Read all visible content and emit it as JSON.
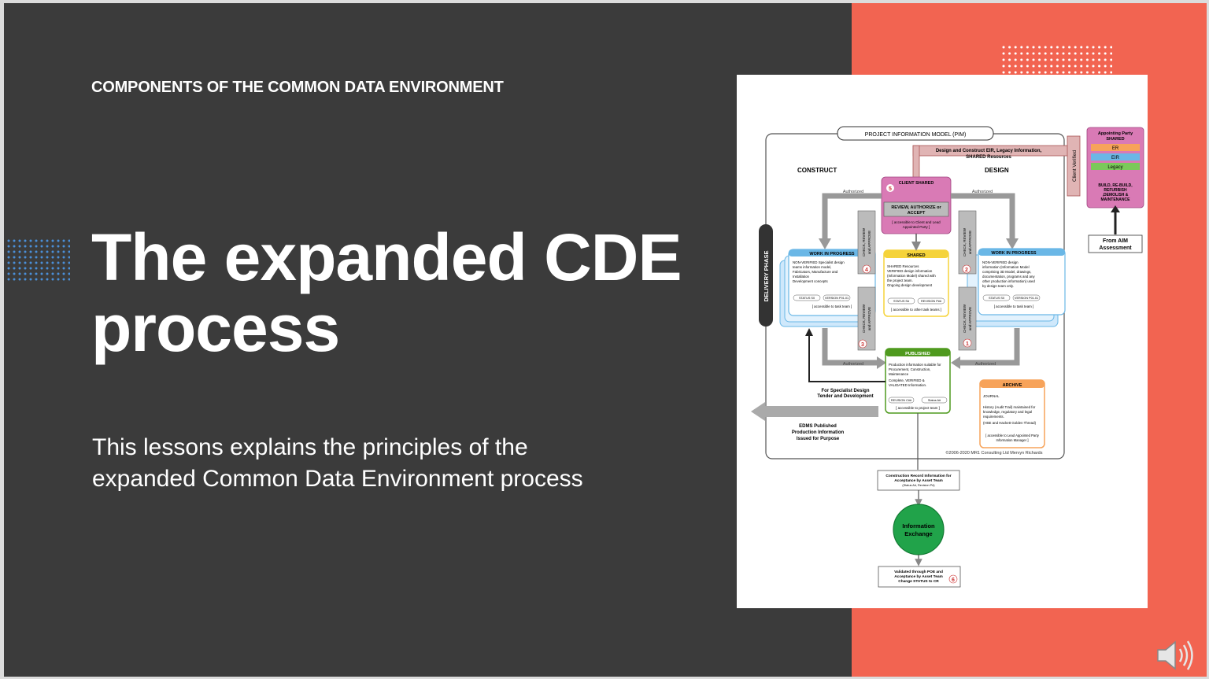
{
  "slide": {
    "kicker": "COMPONENTS OF THE COMMON DATA ENVIRONMENT",
    "title_line1": "The expanded CDE",
    "title_line2": "process",
    "subtitle_line1": "This lessons explains the principles of the",
    "subtitle_line2": "expanded Common Data Environment process"
  },
  "colors": {
    "dark_panel": "#3b3b3b",
    "accent_panel": "#f26451",
    "dot_blue": "#4a8fd8"
  },
  "diagram": {
    "pim": "PROJECT INFORMATION MODEL (PIM)",
    "construct": "CONSTRUCT",
    "design": "DESIGN",
    "design_construct_1": "Design and Construct EIR, Legacy Information,",
    "design_construct_2": "SHARED Resources",
    "client_verified": "Client Verified",
    "appointing_party_1": "Appointing Party",
    "appointing_party_2": "SHARED",
    "er": "ER",
    "eir": "EIR",
    "legacy": "Legacy",
    "build_1": "BUILD, RE-BUILD,",
    "build_2": "REFURBISH",
    "build_3": ",DEMOLISH &",
    "build_4": "MAINTENANCE",
    "from_aim_1": "From AIM",
    "from_aim_2": "Assessment",
    "client_shared": "CLIENT SHARED",
    "review_1": "REVIEW, AUTHORIZE or",
    "review_2": "ACCEPT",
    "access_client_1": "[ accessible to Client and Lead",
    "access_client_2": "Appointed Party ]",
    "authorized": "Authorized",
    "delivery_phase": "DELIVERY PHASE",
    "wip": "WORK IN PROGRESS",
    "wip_left_1": "NON-VERIFIED Specialist design",
    "wip_left_2": "teams information model,",
    "wip_left_3": "Fabricators, Manufacture and",
    "wip_left_4": "Installation",
    "wip_left_5": "Development concepts",
    "wip_right_1": "NON-VERIFIED design",
    "wip_right_2": "information (Information Model",
    "wip_right_3": "comprising 3D Model, drawings,",
    "wip_right_4": "documentation, programs and any",
    "wip_right_5": "other production information) used",
    "wip_right_6": "by design team only.",
    "status_pill": "STATUS S0",
    "version_pill": "VERSION P01.01",
    "access_task": "[ accessible to task team ]",
    "shared": "SHARED",
    "shared_1": "SHARED Resources",
    "shared_2": "VERIFIED design information",
    "shared_3": "(Information Model) shared with",
    "shared_4": "the project team.",
    "shared_5": "Ongoing design development",
    "status_s": "STATUS S#",
    "revision_p": "REVISION P##",
    "access_other": "[ accessible to other task teams ]",
    "check_review_1": "CHECK, REVIEW",
    "check_review_2": "and APPROVE",
    "published": "PUBLISHED",
    "pub_1": "Production information suitable for",
    "pub_2": "Procurement, Construction,",
    "pub_3": "Maintenance",
    "pub_4": "Complete, VERIFIED &",
    "pub_5": "VALIDATED Information.",
    "revision_c": "REVISION C##",
    "status_a": "Status A#",
    "access_project": "[ accessible to project team ]",
    "archive": "ARCHIVE",
    "arch_1": "JOURNAL",
    "arch_2": "History (Audit Trail) maintained for",
    "arch_3": "knowledge, regulatory and legal",
    "arch_4": "requirements.",
    "arch_5": "(HSE and Hackett Golden Thread)",
    "arch_6": "[ accessible to Lead Appointed Party",
    "arch_7": "Information Manager ]",
    "specialist_1": "For Specialist Design",
    "specialist_2": "Tender and Development",
    "edms_1": "EDMS Published",
    "edms_2": "Production Information",
    "edms_3": "Issued for Purpose",
    "copyright": "©2006-2020 MR1 Consulting Ltd Mervyn Richards",
    "crecord_1": "Construction Record Information for",
    "crecord_2": "Acceptance by Asset Team",
    "crecord_3": "(Status A#, Revision P#)",
    "ie_1": "Information",
    "ie_2": "Exchange",
    "validated_1": "Validated through POE and",
    "validated_2": "Acceptance by Asset Team",
    "validated_3": "Change STATUS to CR",
    "n1": "1",
    "n2": "2",
    "n3": "3",
    "n4": "4",
    "n5": "5",
    "n6": "6"
  },
  "icons": {
    "speaker": "speaker-icon"
  }
}
